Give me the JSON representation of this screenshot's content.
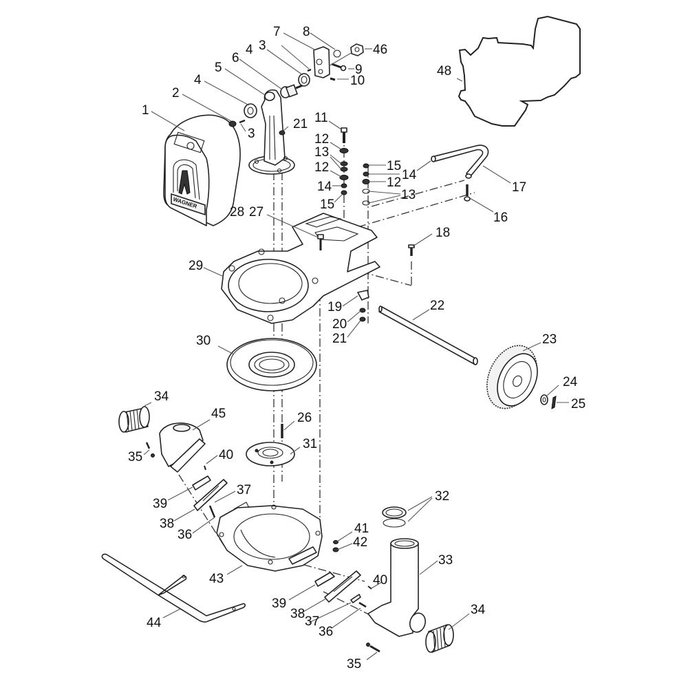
{
  "diagram": {
    "type": "exploded parts diagram",
    "brand_label": "WAGNER",
    "callouts": [
      {
        "id": "c1",
        "label": "1",
        "part": "front cover"
      },
      {
        "id": "c2",
        "label": "2",
        "part": "nut"
      },
      {
        "id": "c3a",
        "label": "3",
        "part": "screw"
      },
      {
        "id": "c3b",
        "label": "3",
        "part": "screw"
      },
      {
        "id": "c4a",
        "label": "4",
        "part": "washer"
      },
      {
        "id": "c4b",
        "label": "4",
        "part": "washer"
      },
      {
        "id": "c5",
        "label": "5",
        "part": "connecting rod"
      },
      {
        "id": "c6",
        "label": "6",
        "part": "bearing"
      },
      {
        "id": "c7",
        "label": "7",
        "part": "block"
      },
      {
        "id": "c8",
        "label": "8",
        "part": "ring"
      },
      {
        "id": "c9",
        "label": "9",
        "part": "screw"
      },
      {
        "id": "c10",
        "label": "10",
        "part": "set screw"
      },
      {
        "id": "c11",
        "label": "11",
        "part": "bolt"
      },
      {
        "id": "c12a",
        "label": "12",
        "part": "washer"
      },
      {
        "id": "c12b",
        "label": "12",
        "part": "washer"
      },
      {
        "id": "c12c",
        "label": "12",
        "part": "washer"
      },
      {
        "id": "c13a",
        "label": "13",
        "part": "spacer"
      },
      {
        "id": "c13b",
        "label": "13",
        "part": "spacer"
      },
      {
        "id": "c14a",
        "label": "14",
        "part": "lock washer"
      },
      {
        "id": "c14b",
        "label": "14",
        "part": "lock washer"
      },
      {
        "id": "c15a",
        "label": "15",
        "part": "nut"
      },
      {
        "id": "c15b",
        "label": "15",
        "part": "nut"
      },
      {
        "id": "c16",
        "label": "16",
        "part": "bolt"
      },
      {
        "id": "c17",
        "label": "17",
        "part": "handle"
      },
      {
        "id": "c18",
        "label": "18",
        "part": "bolt"
      },
      {
        "id": "c19",
        "label": "19",
        "part": "bracket"
      },
      {
        "id": "c20",
        "label": "20",
        "part": "washer"
      },
      {
        "id": "c21a",
        "label": "21",
        "part": "nut"
      },
      {
        "id": "c21b",
        "label": "21",
        "part": "nut"
      },
      {
        "id": "c22",
        "label": "22",
        "part": "axle"
      },
      {
        "id": "c23",
        "label": "23",
        "part": "wheel"
      },
      {
        "id": "c24",
        "label": "24",
        "part": "washer"
      },
      {
        "id": "c25",
        "label": "25",
        "part": "cotter pin"
      },
      {
        "id": "c26",
        "label": "26",
        "part": "stud"
      },
      {
        "id": "c27",
        "label": "27",
        "part": "bolt"
      },
      {
        "id": "c28",
        "label": "28",
        "part": "screw"
      },
      {
        "id": "c29",
        "label": "29",
        "part": "frame"
      },
      {
        "id": "c30",
        "label": "30",
        "part": "diaphragm"
      },
      {
        "id": "c31",
        "label": "31",
        "part": "plate"
      },
      {
        "id": "c32",
        "label": "32",
        "part": "nut and seal"
      },
      {
        "id": "c33",
        "label": "33",
        "part": "intake tube"
      },
      {
        "id": "c34a",
        "label": "34",
        "part": "threaded nipple"
      },
      {
        "id": "c34b",
        "label": "34",
        "part": "threaded nipple"
      },
      {
        "id": "c35a",
        "label": "35",
        "part": "screw"
      },
      {
        "id": "c35b",
        "label": "35",
        "part": "screw"
      },
      {
        "id": "c36a",
        "label": "36",
        "part": "screw"
      },
      {
        "id": "c36b",
        "label": "36",
        "part": "screw"
      },
      {
        "id": "c37a",
        "label": "37",
        "part": "pin"
      },
      {
        "id": "c37b",
        "label": "37",
        "part": "pin"
      },
      {
        "id": "c38a",
        "label": "38",
        "part": "valve plate"
      },
      {
        "id": "c38b",
        "label": "38",
        "part": "valve plate"
      },
      {
        "id": "c39a",
        "label": "39",
        "part": "gasket"
      },
      {
        "id": "c39b",
        "label": "39",
        "part": "gasket"
      },
      {
        "id": "c40a",
        "label": "40",
        "part": "pin"
      },
      {
        "id": "c40b",
        "label": "40",
        "part": "pin"
      },
      {
        "id": "c41",
        "label": "41",
        "part": "washer"
      },
      {
        "id": "c42",
        "label": "42",
        "part": "nut"
      },
      {
        "id": "c43",
        "label": "43",
        "part": "pump housing"
      },
      {
        "id": "c44",
        "label": "44",
        "part": "stand"
      },
      {
        "id": "c45",
        "label": "45",
        "part": "outlet manifold"
      },
      {
        "id": "c46",
        "label": "46",
        "part": "nut"
      },
      {
        "id": "c48",
        "label": "48",
        "part": "engine"
      }
    ]
  }
}
